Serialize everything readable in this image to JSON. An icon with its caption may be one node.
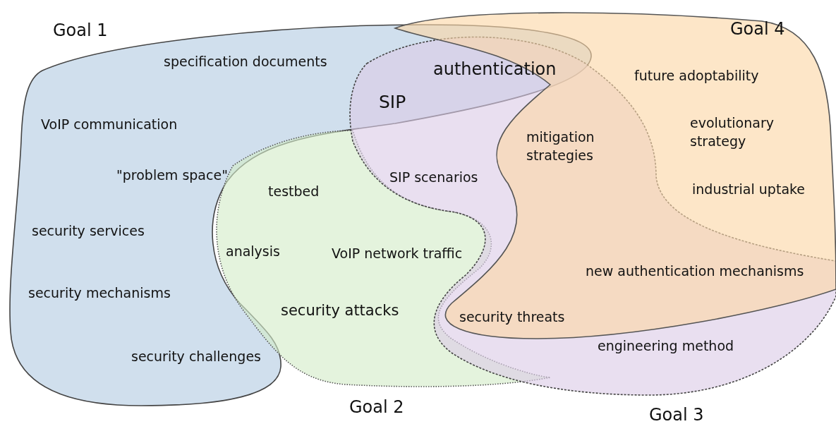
{
  "diagram": {
    "nodes": [
      {
        "text": [
          "Goal 1"
        ]
      },
      {
        "text": [
          "Goal 2"
        ]
      },
      {
        "text": [
          "Goal 3"
        ]
      },
      {
        "text": [
          "Goal 4"
        ]
      }
    ],
    "labels": [
      "specification documents",
      "authentication",
      "SIP",
      "VoIP communication",
      "\"problem space\"",
      "testbed",
      "SIP scenarios",
      "mitigation strategies",
      "future adoptability",
      "evolutionary strategy",
      "industrial uptake",
      "security services",
      "analysis",
      "VoIP network traffic",
      "security mechanisms",
      "new authentication mechanisms",
      "security attacks",
      "security threats",
      "engineering method",
      "security challenges"
    ]
  }
}
